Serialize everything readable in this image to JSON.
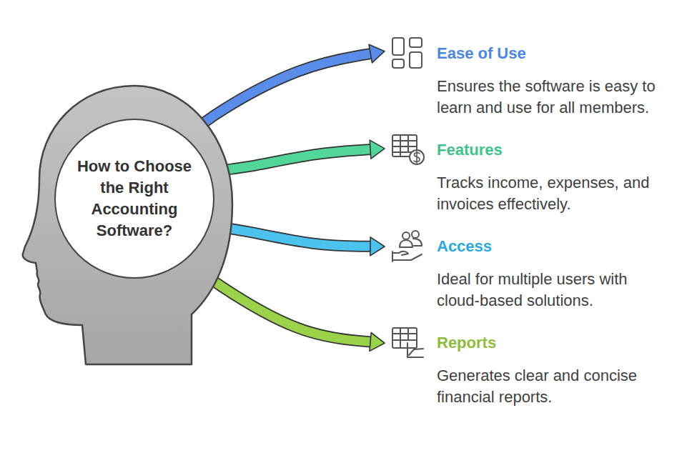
{
  "diagram": {
    "nodes": [
      {
        "text": [
          "How to Choose the Right Accounting Software?"
        ]
      },
      {
        "text": [
          "Ease of Use",
          "Ensures the software is easy to learn and use for all members."
        ]
      },
      {
        "text": [
          "Features",
          "Tracks income, expenses, and invoices effectively."
        ]
      },
      {
        "text": [
          "Access",
          "Ideal for multiple users with cloud-based solutions."
        ]
      },
      {
        "text": [
          "Reports",
          "Generates clear and concise financial reports."
        ]
      }
    ],
    "edges": [
      {
        "from": 0,
        "to": 1,
        "arrow": "to"
      },
      {
        "from": 0,
        "to": 2,
        "arrow": "to"
      },
      {
        "from": 0,
        "to": 3,
        "arrow": "to"
      },
      {
        "from": 0,
        "to": 4,
        "arrow": "to"
      }
    ]
  }
}
